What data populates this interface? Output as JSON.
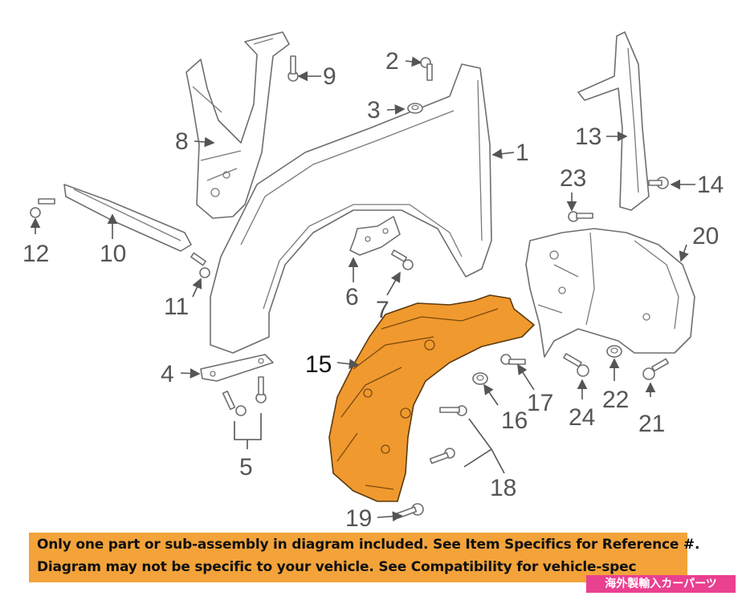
{
  "callouts": [
    {
      "id": "c1",
      "label": "1"
    },
    {
      "id": "c2",
      "label": "2"
    },
    {
      "id": "c3",
      "label": "3"
    },
    {
      "id": "c4",
      "label": "4"
    },
    {
      "id": "c5",
      "label": "5"
    },
    {
      "id": "c6",
      "label": "6"
    },
    {
      "id": "c7",
      "label": "7"
    },
    {
      "id": "c8",
      "label": "8"
    },
    {
      "id": "c9",
      "label": "9"
    },
    {
      "id": "c10",
      "label": "10"
    },
    {
      "id": "c11",
      "label": "11"
    },
    {
      "id": "c12",
      "label": "12"
    },
    {
      "id": "c13",
      "label": "13"
    },
    {
      "id": "c14",
      "label": "14"
    },
    {
      "id": "c15",
      "label": "15"
    },
    {
      "id": "c16",
      "label": "16"
    },
    {
      "id": "c17",
      "label": "17"
    },
    {
      "id": "c18",
      "label": "18"
    },
    {
      "id": "c19",
      "label": "19"
    },
    {
      "id": "c20",
      "label": "20"
    },
    {
      "id": "c21",
      "label": "21"
    },
    {
      "id": "c22",
      "label": "22"
    },
    {
      "id": "c23",
      "label": "23"
    },
    {
      "id": "c24",
      "label": "24"
    }
  ],
  "highlight_color": "#f0992e",
  "banner": {
    "line1": "Only one part or sub-assembly in diagram included. See Item Specifics for Reference #.",
    "line2": "Diagram may not be specific to your vehicle. See Compatibility for vehicle-spec",
    "color": "#f3a33a"
  },
  "watermark": {
    "text": "海外製輸入カーパーツ",
    "color": "#e94090"
  }
}
